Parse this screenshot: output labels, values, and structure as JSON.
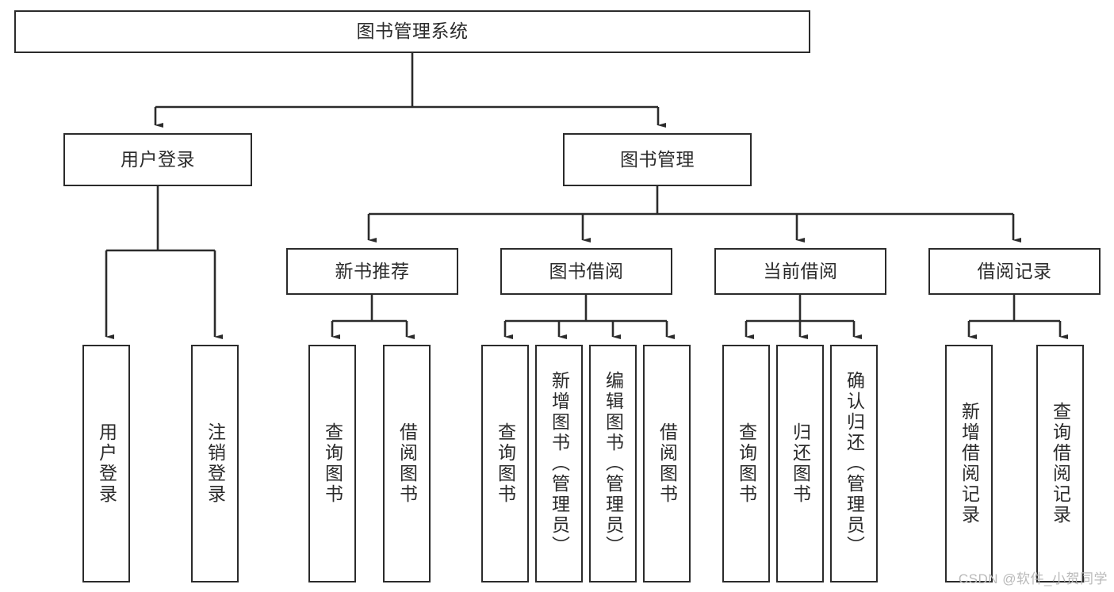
{
  "diagram": {
    "title_node": {
      "label": "图书管理系统"
    },
    "level1": [
      {
        "label": "用户登录"
      },
      {
        "label": "图书管理"
      }
    ],
    "level2": [
      {
        "label": "新书推荐"
      },
      {
        "label": "图书借阅"
      },
      {
        "label": "当前借阅"
      },
      {
        "label": "借阅记录"
      }
    ],
    "leaves": [
      {
        "label": "用户登录"
      },
      {
        "label": "注销登录"
      },
      {
        "label": "查询图书"
      },
      {
        "label": "借阅图书"
      },
      {
        "label": "查询图书"
      },
      {
        "label": "新增图书（管理员）"
      },
      {
        "label": "编辑图书（管理员）"
      },
      {
        "label": "借阅图书"
      },
      {
        "label": "查询图书"
      },
      {
        "label": "归还图书"
      },
      {
        "label": "确认归还（管理员）"
      },
      {
        "label": "新增借阅记录"
      },
      {
        "label": "查询借阅记录"
      }
    ],
    "watermark": "CSDN @软件_小贺同学",
    "colors": {
      "stroke": "#2b2b2b",
      "background": "#ffffff",
      "text": "#2b2b2b",
      "watermark": "#b9b9b9"
    }
  }
}
